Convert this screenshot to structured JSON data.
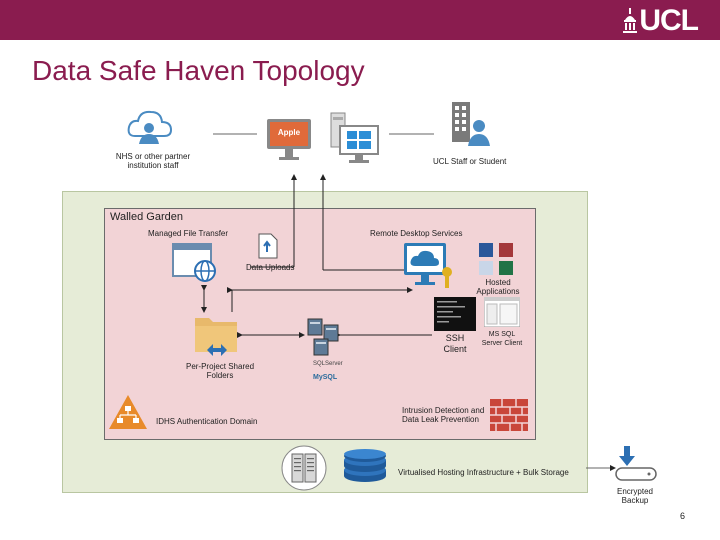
{
  "header": {
    "logo_text": "UCL"
  },
  "slide": {
    "title": "Data Safe Haven Topology",
    "page_number": "6"
  },
  "external": {
    "nhs_label": "NHS or other partner institution staff",
    "ucl_staff_label": "UCL Staff or Student",
    "apple_label": "Apple"
  },
  "walled_garden": {
    "title": "Walled Garden",
    "managed_file_transfer": "Managed File Transfer",
    "data_uploads": "Data Uploads",
    "remote_desktop": "Remote Desktop Services",
    "hosted_apps": "Hosted Applications",
    "ssh_client": "SSH Client",
    "ms_sql_client": "MS SQL Server Client",
    "shared_folders": "Per-Project Shared Folders",
    "sqlserver_logo": "SQLServer",
    "mysql_logo": "MySQL",
    "auth_domain": "IDHS Authentication Domain",
    "intrusion": "Intrusion Detection and Data Leak Prevention"
  },
  "infrastructure": {
    "hosting_label": "Virtualised Hosting Infrastructure + Bulk Storage",
    "backup_label": "Encrypted Backup"
  }
}
